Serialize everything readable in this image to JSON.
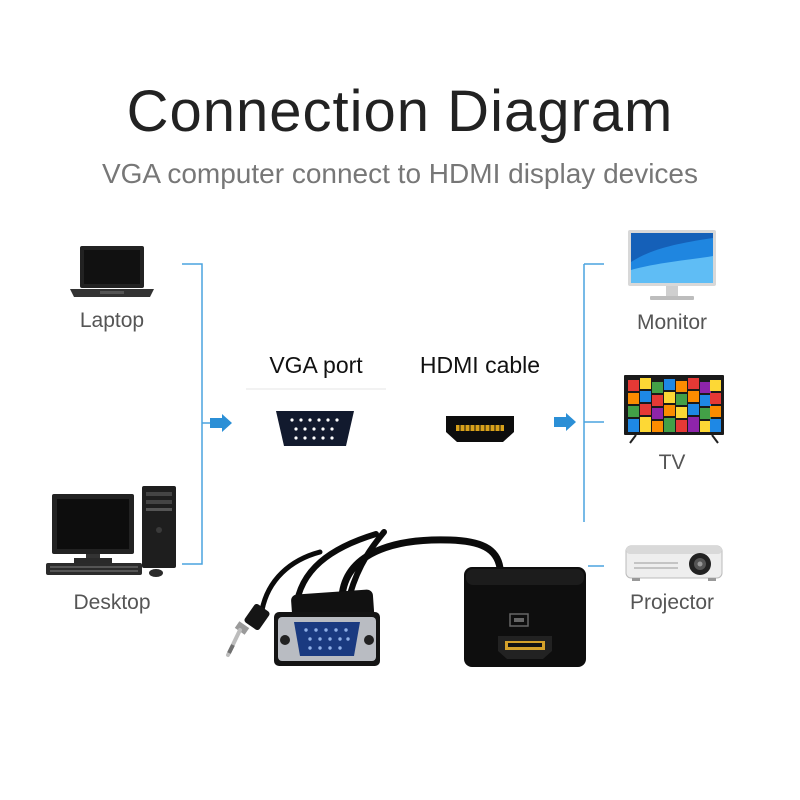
{
  "header": {
    "title": "Connection Diagram",
    "subtitle": "VGA computer connect to HDMI display devices"
  },
  "sources": [
    {
      "label": "Laptop",
      "icon": "laptop-icon"
    },
    {
      "label": "Desktop",
      "icon": "desktop-icon"
    }
  ],
  "ports": {
    "vga_label": "VGA port",
    "hdmi_label": "HDMI cable"
  },
  "displays": [
    {
      "label": "Monitor",
      "icon": "monitor-icon"
    },
    {
      "label": "TV",
      "icon": "tv-icon"
    },
    {
      "label": "Projector",
      "icon": "projector-icon"
    }
  ],
  "colors": {
    "connector_line": "#4aa3df",
    "arrow": "#2b8fd6",
    "title": "#222222",
    "subtitle": "#777777"
  }
}
